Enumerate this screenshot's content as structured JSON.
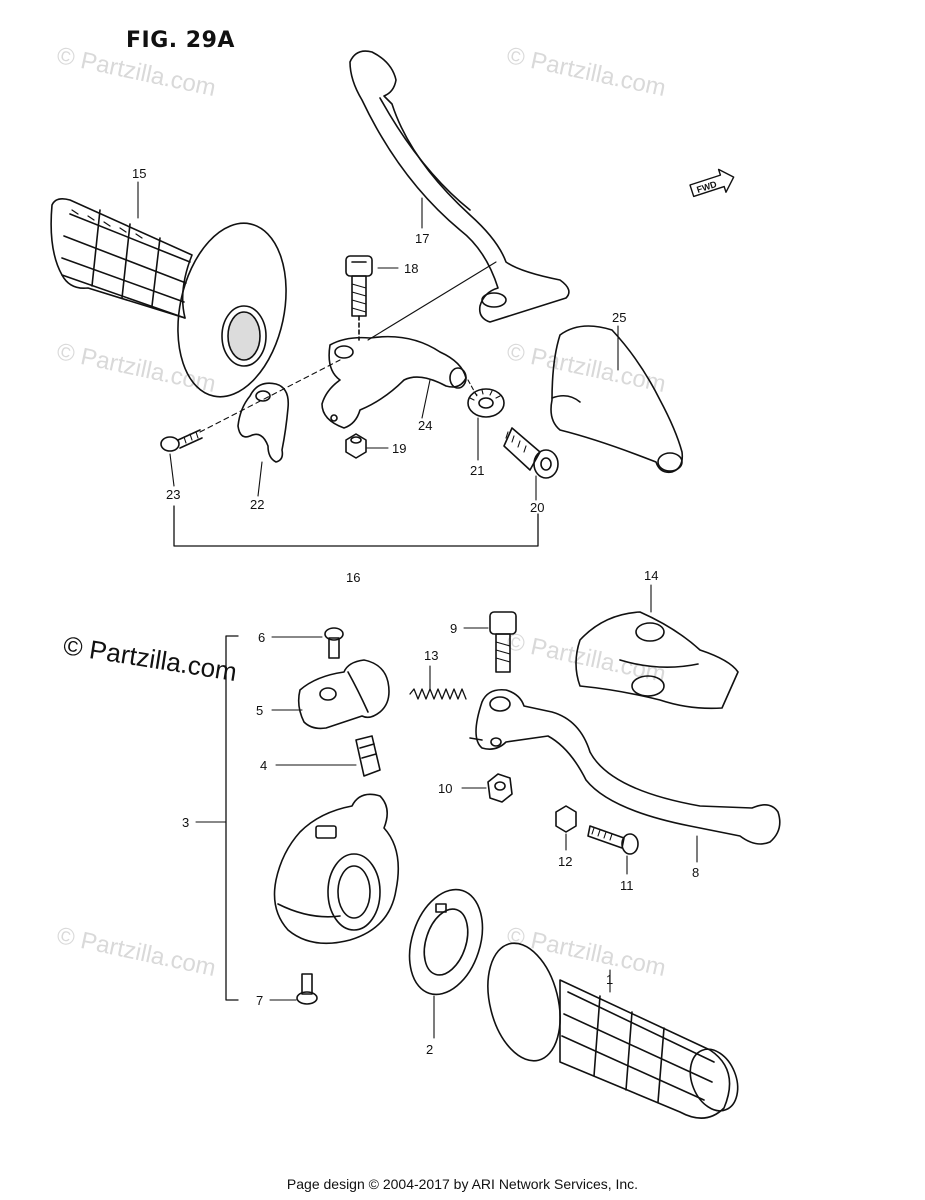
{
  "figure_title": "FIG. 29A",
  "fwd_marker": "FWD",
  "watermark_text": "© Partzilla.com",
  "copyright_overlay": "© Partzilla.com",
  "footer_text": "Page design © 2004-2017 by ARI Network Services, Inc.",
  "part_callouts": [
    "1",
    "2",
    "3",
    "4",
    "5",
    "6",
    "7",
    "8",
    "9",
    "10",
    "11",
    "12",
    "13",
    "14",
    "15",
    "16",
    "17",
    "18",
    "19",
    "20",
    "21",
    "22",
    "23",
    "24",
    "25"
  ],
  "colors": {
    "line": "#111111",
    "watermark": "#d9d9d9",
    "background": "#ffffff"
  }
}
